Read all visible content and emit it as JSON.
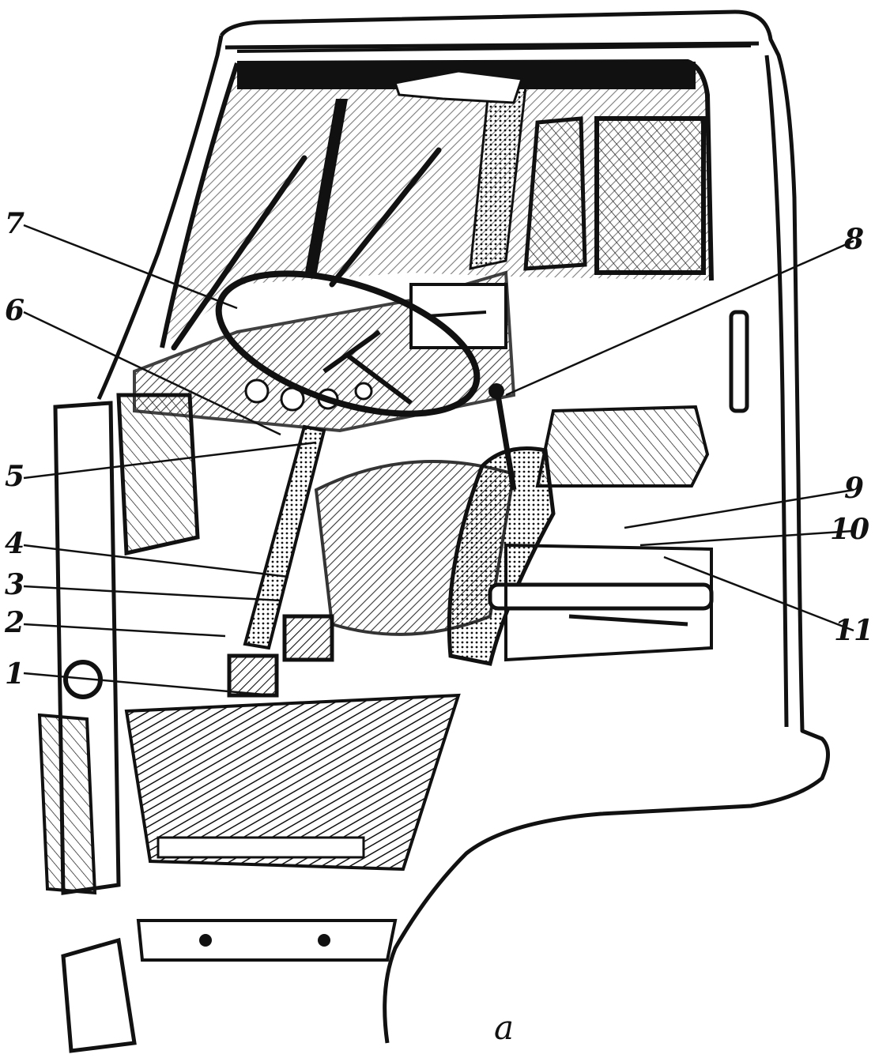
{
  "figure": {
    "caption": "a",
    "line_color": "#111111",
    "paper_color": "#ffffff"
  },
  "callouts": [
    {
      "label": "1",
      "part": "floor-pedal-area"
    },
    {
      "label": "2",
      "part": "pedal"
    },
    {
      "label": "3",
      "part": "steering-column-lower"
    },
    {
      "label": "4",
      "part": "steering-column-bracket"
    },
    {
      "label": "5",
      "part": "instrument-switch"
    },
    {
      "label": "6",
      "part": "instrument-panel"
    },
    {
      "label": "7",
      "part": "steering-wheel"
    },
    {
      "label": "8",
      "part": "gear-lever"
    },
    {
      "label": "9",
      "part": "seat-adjuster"
    },
    {
      "label": "10",
      "part": "seat-lever"
    },
    {
      "label": "11",
      "part": "seat-slide"
    }
  ]
}
